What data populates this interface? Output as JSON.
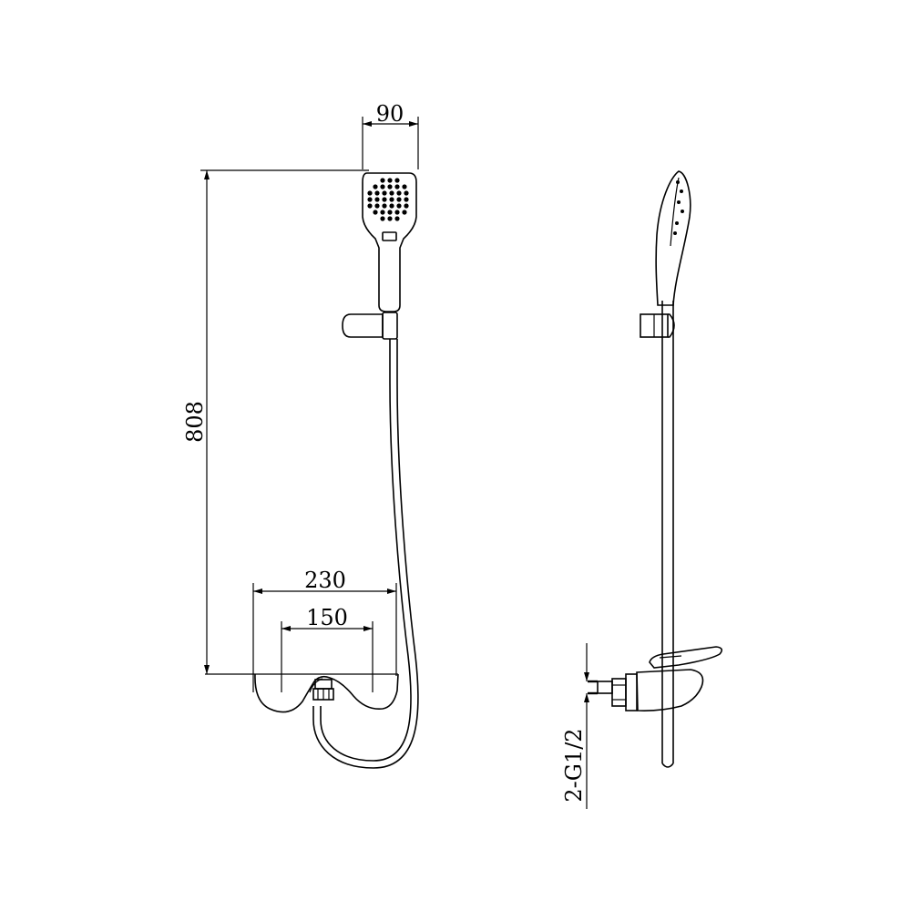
{
  "drawing": {
    "dimensions": {
      "head_width": "90",
      "overall_height": "808",
      "mixer_width": "230",
      "mount_spacing": "150",
      "inlet_thread": "2-G1/2"
    },
    "views": [
      "front-view",
      "side-view"
    ],
    "line_color": "#000000",
    "background_color": "#ffffff"
  }
}
